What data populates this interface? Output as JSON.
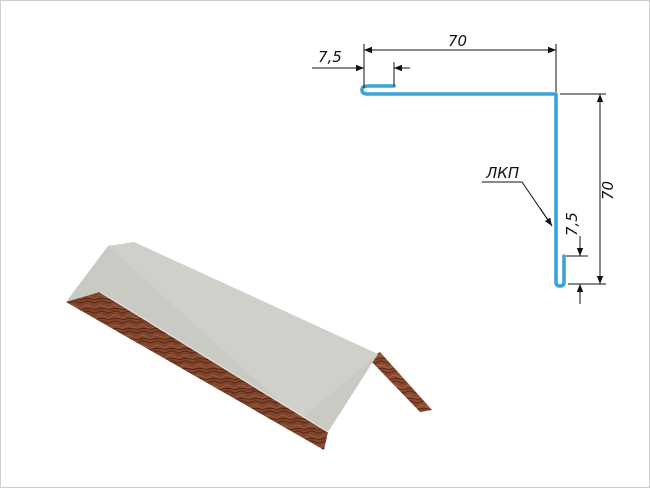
{
  "drawing": {
    "dimension_width": "70",
    "dimension_height": "70",
    "dimension_hem_top": "7,5",
    "dimension_hem_side": "7,5",
    "coating_label": "ЛКП"
  },
  "colors": {
    "profile_line": "#3aa3d6",
    "dimension_line": "#111111",
    "painted_face": "#c9cac3",
    "wood_face": "#8b4a30",
    "wood_dark": "#5a2a18"
  },
  "icons": {
    "product_image": "corner-flashing-render"
  }
}
